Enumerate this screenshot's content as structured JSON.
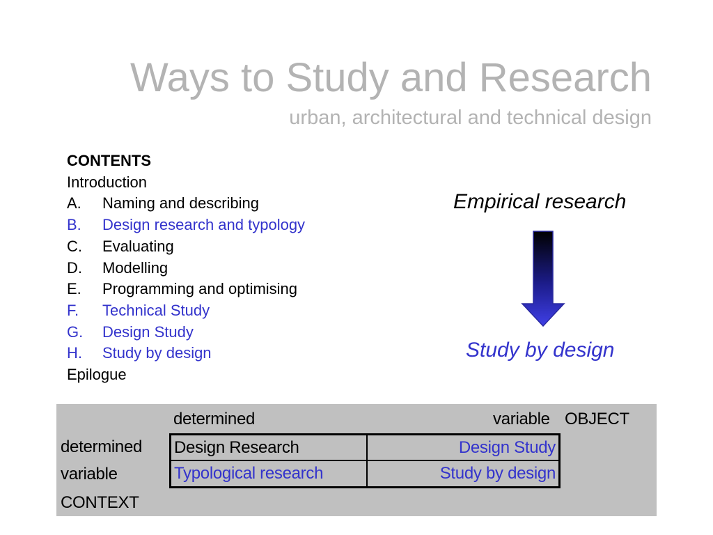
{
  "header": {
    "title": "Ways to Study and Research",
    "subtitle": "urban, architectural and technical design"
  },
  "contents": {
    "heading": "CONTENTS",
    "introduction": "Introduction",
    "items": [
      {
        "letter": "A.",
        "label": "Naming and describing",
        "highlight": false
      },
      {
        "letter": "B.",
        "label": "Design research and typology",
        "highlight": true
      },
      {
        "letter": "C.",
        "label": "Evaluating",
        "highlight": false
      },
      {
        "letter": "D.",
        "label": "Modelling",
        "highlight": false
      },
      {
        "letter": "E.",
        "label": "Programming and optimising",
        "highlight": false
      },
      {
        "letter": "F.",
        "label": "Technical Study",
        "highlight": true
      },
      {
        "letter": "G.",
        "label": "Design Study",
        "highlight": true
      },
      {
        "letter": "H.",
        "label": "Study by design",
        "highlight": true
      }
    ],
    "epilogue": "Epilogue"
  },
  "diagram": {
    "top_label": "Empirical research",
    "bottom_label": "Study by design",
    "arrow_icon": "down-arrow-icon"
  },
  "matrix": {
    "col_determined": "determined",
    "col_variable": "variable",
    "object_label": "OBJECT",
    "row_determined": "determined",
    "row_variable": "variable",
    "context_label": "CONTEXT",
    "cells": {
      "determined_determined": "Design Research",
      "determined_variable": "Design Study",
      "variable_determined": "Typological research",
      "variable_variable": "Study by design"
    }
  },
  "colors": {
    "title_gray": "#b3b3b3",
    "highlight_blue": "#3333cc",
    "panel_gray": "#c0c0c0"
  }
}
